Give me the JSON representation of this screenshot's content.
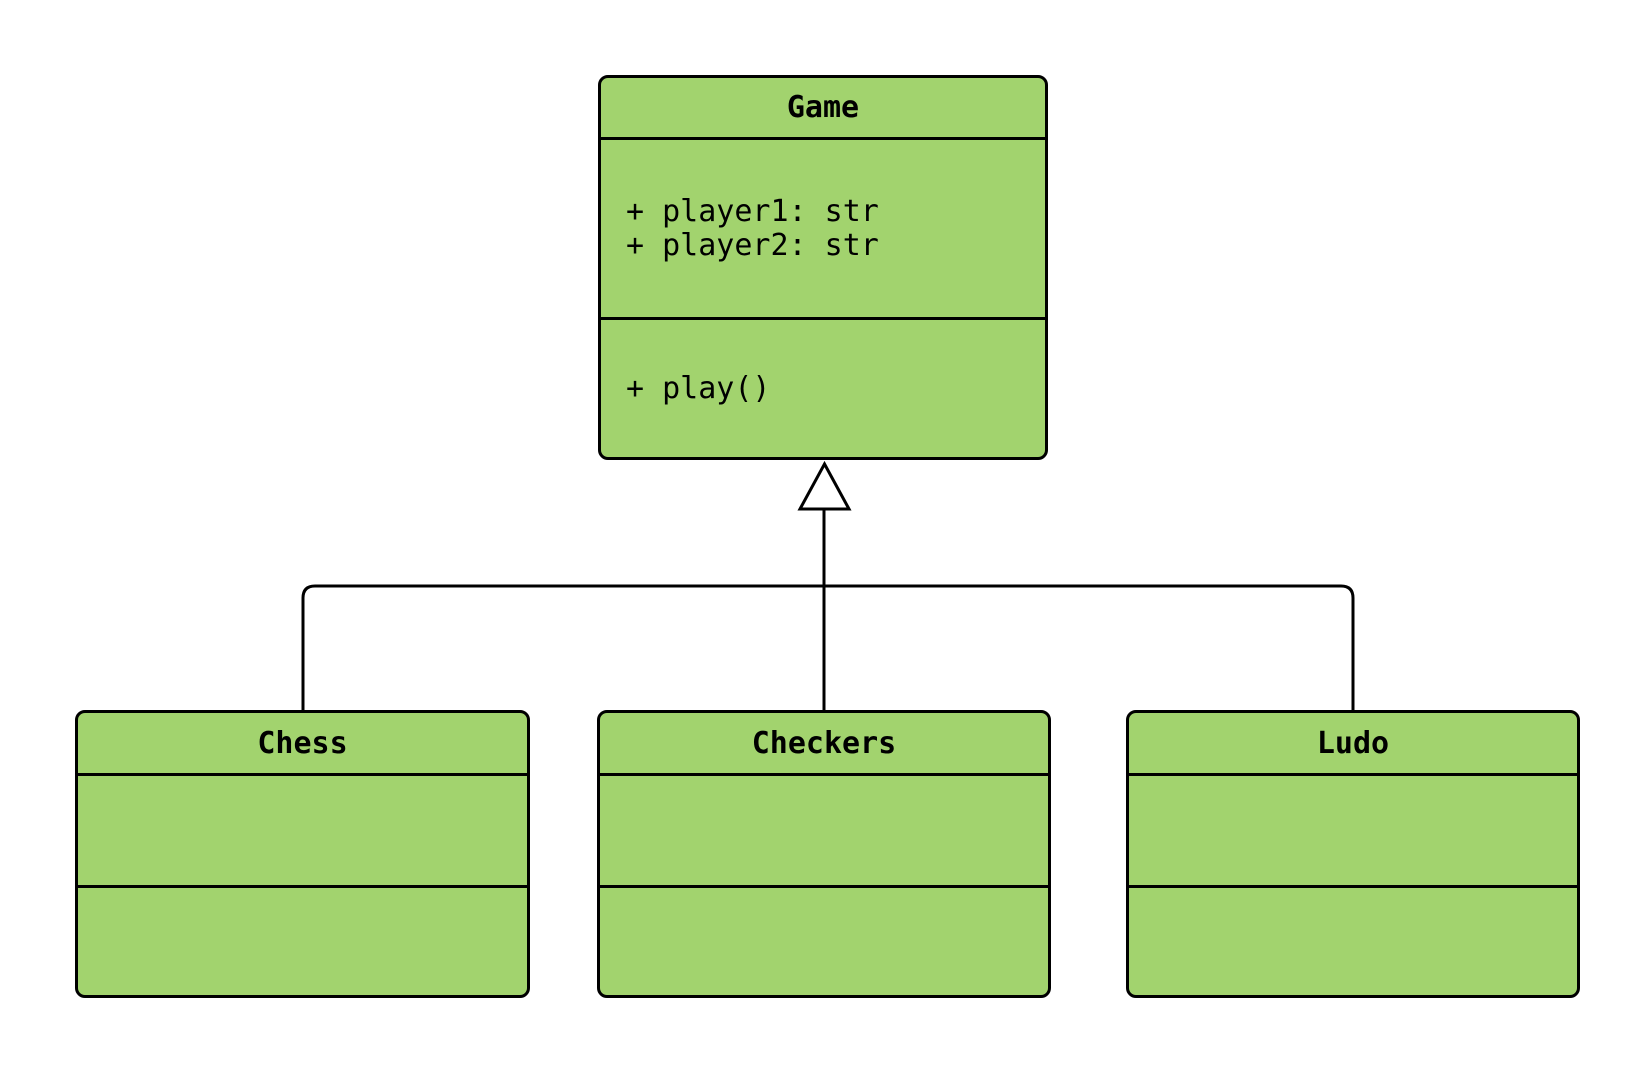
{
  "diagram": {
    "type": "uml-class-diagram",
    "classes": {
      "game": {
        "name": "Game",
        "attributes": [
          "+ player1: str",
          "+ player2: str"
        ],
        "methods": [
          "+ play()"
        ]
      },
      "chess": {
        "name": "Chess",
        "attributes": [],
        "methods": []
      },
      "checkers": {
        "name": "Checkers",
        "attributes": [],
        "methods": []
      },
      "ludo": {
        "name": "Ludo",
        "attributes": [],
        "methods": []
      }
    },
    "relationships": [
      {
        "type": "inheritance",
        "from": "Chess",
        "to": "Game"
      },
      {
        "type": "inheritance",
        "from": "Checkers",
        "to": "Game"
      },
      {
        "type": "inheritance",
        "from": "Ludo",
        "to": "Game"
      }
    ],
    "colors": {
      "class_fill": "#a2d36e",
      "stroke": "#000000",
      "background": "#ffffff"
    }
  }
}
